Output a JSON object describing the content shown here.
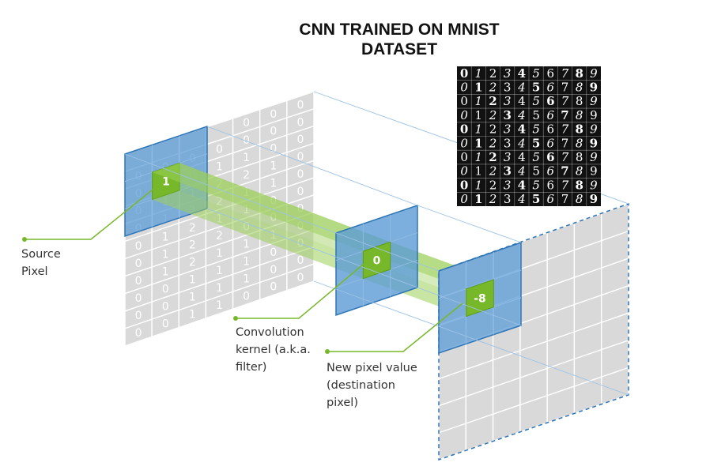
{
  "title": {
    "line1": "CNN TRAINED ON MNIST",
    "line2": "DATASET"
  },
  "source_grid": {
    "values": [
      [
        "",
        "",
        "",
        "",
        "0",
        "0",
        "0"
      ],
      [
        "0",
        "0",
        "0",
        "0",
        "0",
        "0",
        "0"
      ],
      [
        "0",
        "0",
        "0",
        "1",
        "1",
        "0",
        "0"
      ],
      [
        "0",
        "1",
        "1",
        "2",
        "2",
        "1",
        "0"
      ],
      [
        "0",
        "1",
        "2",
        "2",
        "1",
        "1",
        "0"
      ],
      [
        "0",
        "1",
        "2",
        "1",
        "1",
        "0",
        "0"
      ],
      [
        "0",
        "1",
        "2",
        "2",
        "0",
        "0",
        "0"
      ],
      [
        "0",
        "1",
        "2",
        "1",
        "1",
        "1",
        "0"
      ],
      [
        "0",
        "0",
        "1",
        "1",
        "1",
        "0",
        "0"
      ],
      [
        "0",
        "0",
        "1",
        "1",
        "1",
        "0",
        "0"
      ],
      [
        "0",
        "0",
        "1",
        "1",
        "0",
        "0",
        "0"
      ]
    ],
    "highlighted_value": "1"
  },
  "kernel": {
    "center_value": "0"
  },
  "destination": {
    "pixel_value": "-8"
  },
  "mnist_grid": {
    "rows": 10,
    "digits": [
      "0",
      "1",
      "2",
      "3",
      "4",
      "5",
      "6",
      "7",
      "8",
      "9"
    ]
  },
  "callouts": {
    "source": [
      "Source",
      "Pixel"
    ],
    "kernel": [
      "Convolution",
      "kernel (a.k.a.",
      "filter)"
    ],
    "destination": [
      "New pixel value",
      "(destination",
      "pixel)"
    ]
  },
  "colors": {
    "grid_fill": "#d9d9d9",
    "grid_line": "#ffffff",
    "blue_fill": "#5b9bd5",
    "blue_stroke": "#2e75b6",
    "green": "#77b82a",
    "beam": "#9ccf5a"
  }
}
